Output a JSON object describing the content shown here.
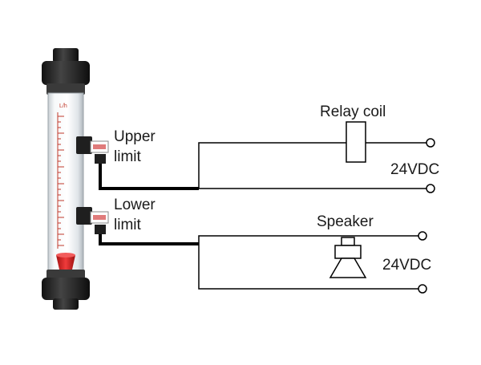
{
  "labels": {
    "upper_limit_line1": "Upper",
    "upper_limit_line2": "limit",
    "lower_limit_line1": "Lower",
    "lower_limit_line2": "limit",
    "relay_coil": "Relay coil",
    "speaker": "Speaker",
    "supply_top": "24VDC",
    "supply_bottom": "24VDC",
    "scale_unit": "L/h"
  },
  "colors": {
    "wire": "#000000",
    "tube_glass": "#e9edf0",
    "fitting": "#2b2b2b",
    "float": "#d62828",
    "scale": "#c0392b"
  },
  "icons": {
    "flowmeter": "flowmeter-tube-icon",
    "relay": "relay-coil-icon",
    "speaker": "speaker-icon",
    "terminal": "open-terminal-circle-icon"
  }
}
